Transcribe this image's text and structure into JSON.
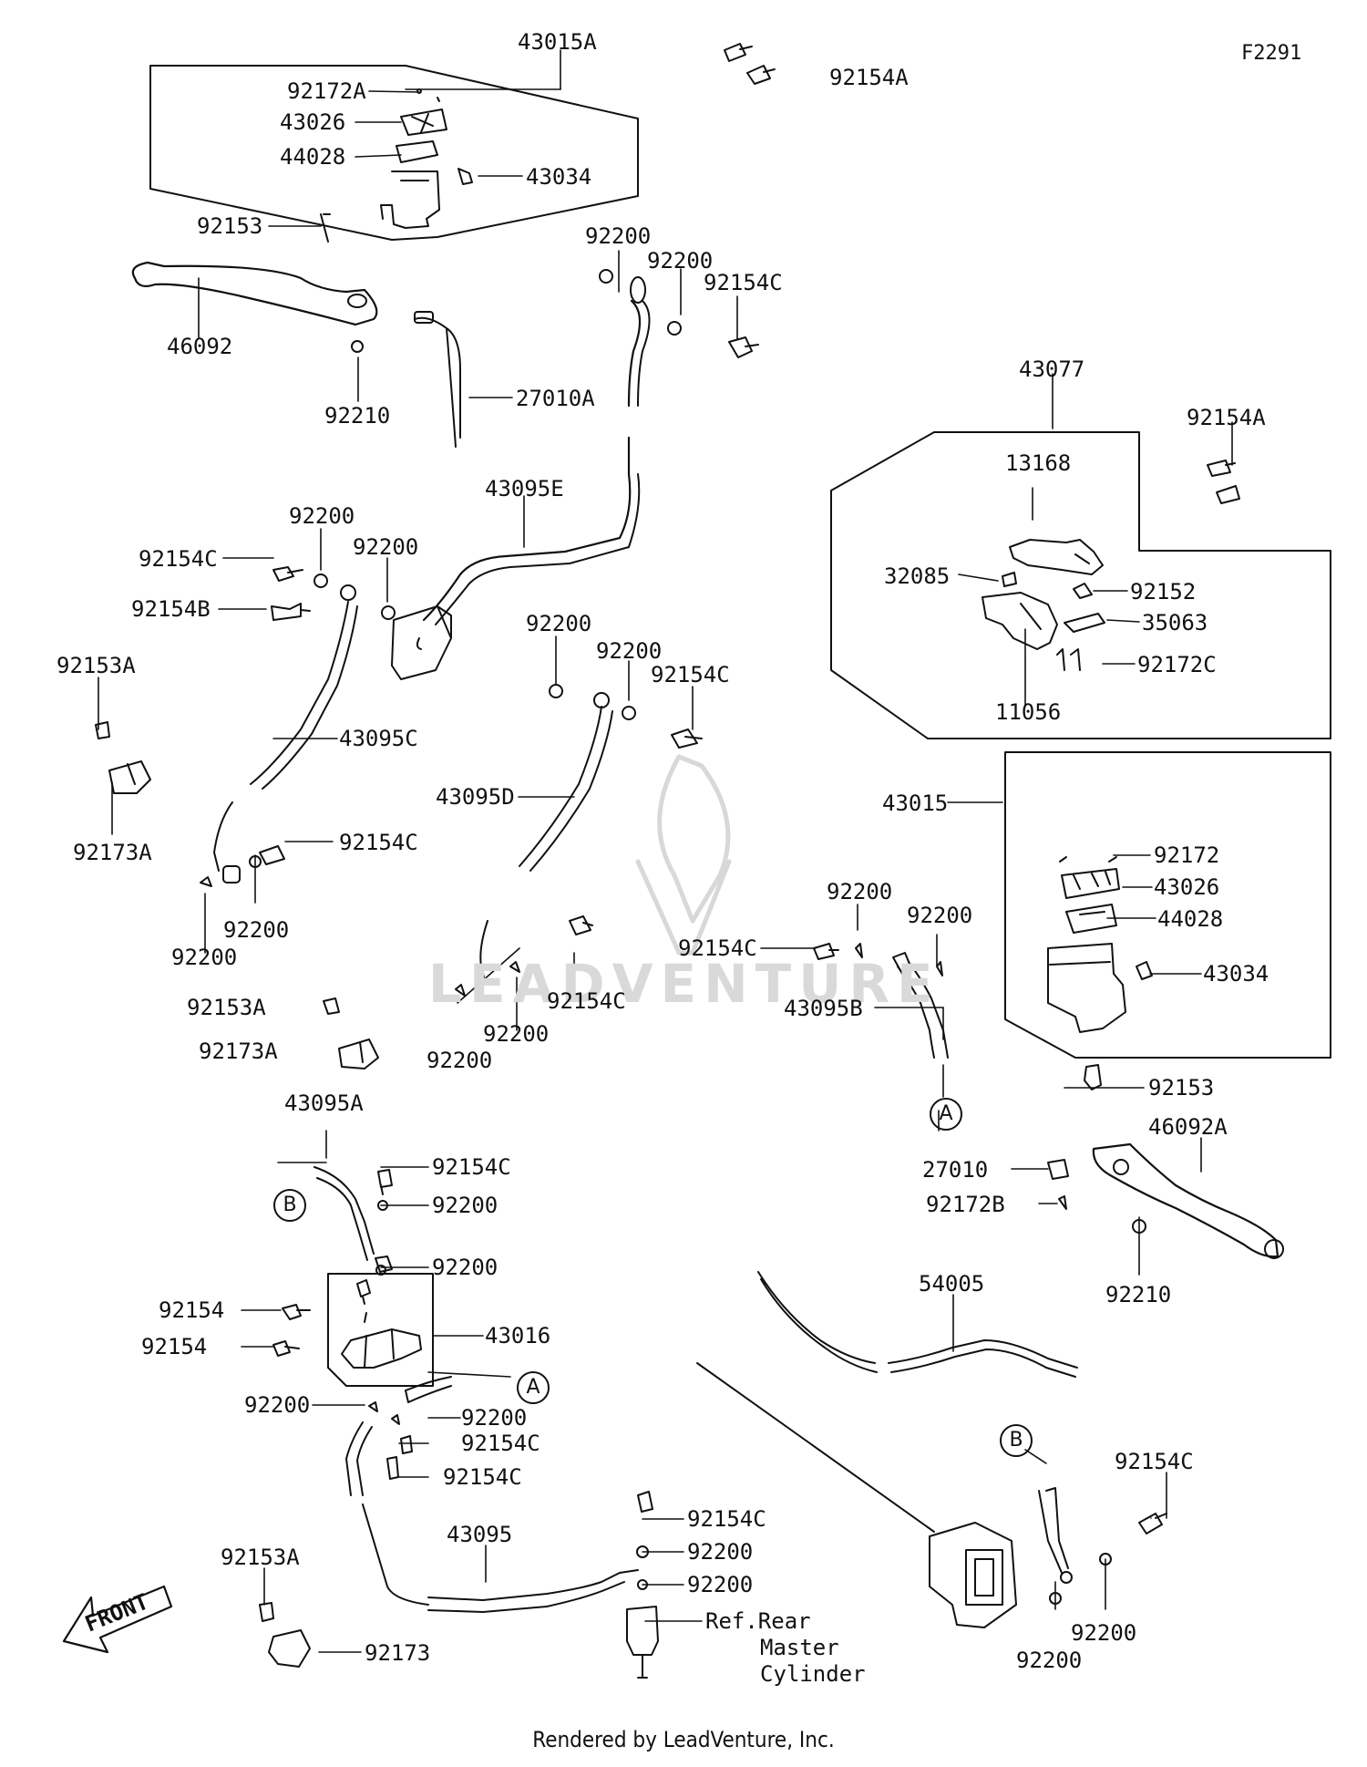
{
  "figure_code": "F2291",
  "footer": "Rendered by LeadVenture, Inc.",
  "watermark": "LEADVENTURE",
  "front_label": "FRONT",
  "ref_note": [
    "Ref.Rear",
    "Master",
    "Cylinder"
  ],
  "connectors": {
    "a": "A",
    "b": "B"
  },
  "labels": {
    "l43015A": "43015A",
    "l92154A_top": "92154A",
    "l92172A": "92172A",
    "l43026_top": "43026",
    "l44028_top": "44028",
    "l43034_top": "43034",
    "l92153_top": "92153",
    "l46092": "46092",
    "l92210_left": "92210",
    "l27010A": "27010A",
    "l92200_a": "92200",
    "l92200_b": "92200",
    "l92154C_a": "92154C",
    "l43095E": "43095E",
    "l92200_c": "92200",
    "l92200_d": "92200",
    "l92154C_b": "92154C",
    "l92154B": "92154B",
    "l92153A_a": "92153A",
    "l43095C": "43095C",
    "l92200_e": "92200",
    "l92200_f": "92200",
    "l92154C_c": "92154C",
    "l43095D": "43095D",
    "l92173A_a": "92173A",
    "l92154C_d": "92154C",
    "l92200_g": "92200",
    "l92200_h": "92200",
    "l92154C_e": "92154C",
    "l92200_i": "92200",
    "l92200_j": "92200",
    "l92153A_b": "92153A",
    "l92173A_b": "92173A",
    "l43077": "43077",
    "l92154A_right": "92154A",
    "l13168": "13168",
    "l32085": "32085",
    "l92152": "92152",
    "l35063": "35063",
    "l92172C": "92172C",
    "l11056": "11056",
    "l43015": "43015",
    "l92172": "92172",
    "l43026_right": "43026",
    "l44028_right": "44028",
    "l43034_right": "43034",
    "l92200_k": "92200",
    "l92200_l": "92200",
    "l92154C_f": "92154C",
    "l43095B": "43095B",
    "l92153_right": "92153",
    "l46092A": "46092A",
    "l27010": "27010",
    "l92172B": "92172B",
    "l92210_right": "92210",
    "l43095A": "43095A",
    "l92154C_g": "92154C",
    "l92200_m": "92200",
    "l92200_n": "92200",
    "l92154_a": "92154",
    "l92154_b": "92154",
    "l43016": "43016",
    "l92200_o": "92200",
    "l92200_p": "92200",
    "l92154C_h": "92154C",
    "l92154C_i": "92154C",
    "l43095": "43095",
    "l92154C_j": "92154C",
    "l92200_q": "92200",
    "l92200_r": "92200",
    "l92153A_c": "92153A",
    "l92173": "92173",
    "l54005": "54005",
    "l92154C_k": "92154C",
    "l92200_s": "92200",
    "l92200_t": "92200"
  }
}
